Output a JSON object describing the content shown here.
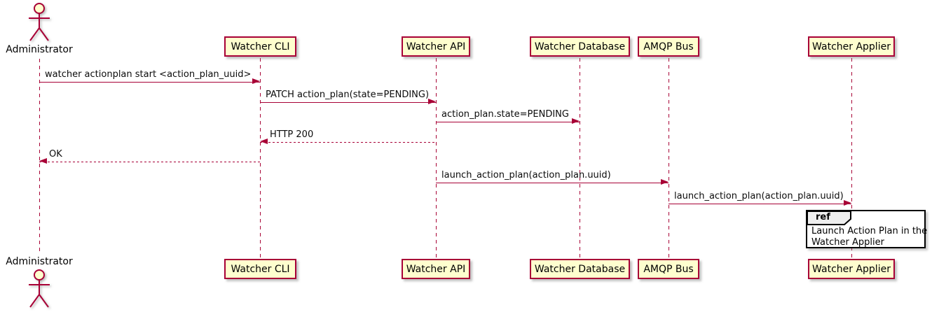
{
  "diagram_type": "uml-sequence-diagram",
  "colors": {
    "participant_fill": "#FEFECE",
    "participant_border": "#A80036",
    "arrow": "#A80036",
    "lifeline": "#A80036",
    "text": "#000000",
    "ref_header_fill": "#EEEEEE",
    "ref_border": "#000000",
    "background": "#FFFFFF"
  },
  "actor": {
    "name": "Administrator"
  },
  "participants": [
    {
      "name": "Watcher CLI"
    },
    {
      "name": "Watcher API"
    },
    {
      "name": "Watcher Database"
    },
    {
      "name": "AMQP Bus"
    },
    {
      "name": "Watcher Applier"
    }
  ],
  "messages": [
    {
      "from": "Administrator",
      "to": "Watcher CLI",
      "label": "watcher actionplan start <action_plan_uuid>",
      "style": "solid",
      "direction": "right"
    },
    {
      "from": "Watcher CLI",
      "to": "Watcher API",
      "label": "PATCH action_plan(state=PENDING)",
      "style": "solid",
      "direction": "right"
    },
    {
      "from": "Watcher API",
      "to": "Watcher Database",
      "label": "action_plan.state=PENDING",
      "style": "solid",
      "direction": "right"
    },
    {
      "from": "Watcher API",
      "to": "Watcher CLI",
      "label": "HTTP 200",
      "style": "dashed",
      "direction": "left"
    },
    {
      "from": "Watcher CLI",
      "to": "Administrator",
      "label": "OK",
      "style": "dashed",
      "direction": "left"
    },
    {
      "from": "Watcher API",
      "to": "AMQP Bus",
      "label": "launch_action_plan(action_plan.uuid)",
      "style": "solid",
      "direction": "right"
    },
    {
      "from": "AMQP Bus",
      "to": "Watcher Applier",
      "label": "launch_action_plan(action_plan.uuid)",
      "style": "solid",
      "direction": "right"
    }
  ],
  "ref": {
    "keyword": "ref",
    "lines": [
      "Launch Action Plan in the",
      "Watcher Applier"
    ]
  }
}
